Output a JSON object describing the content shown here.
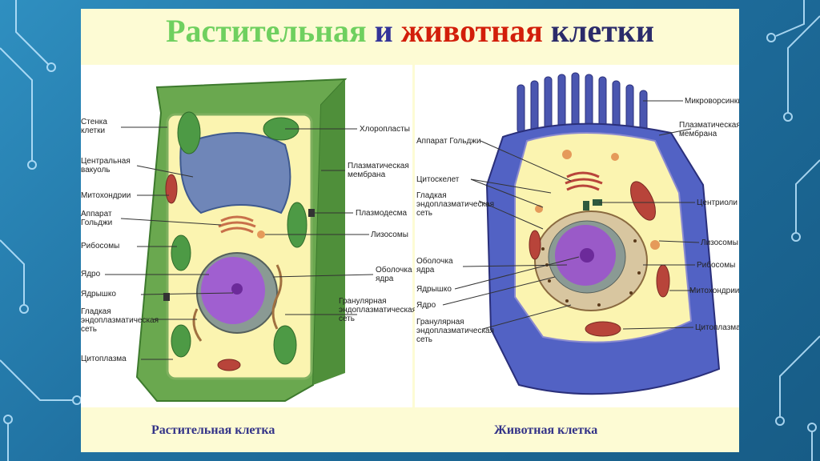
{
  "title": {
    "word1": "Растительная",
    "word2": "и",
    "word3": "животная",
    "word4": "клетки"
  },
  "plant": {
    "caption": "Растительная клетка",
    "labels_left": [
      "Стенка\nклетки",
      "Центральная\nвакуоль",
      "Митохондрии",
      "Аппарат\nГольджи",
      "Рибосомы",
      "Ядро",
      "Ядрышко",
      "Гладкая\nэндоплазматическая\nсеть",
      "Цитоплазма"
    ],
    "labels_right": [
      "Хлоропласты",
      "Плазматическая\nмембрана",
      "Плазмодесма",
      "Лизосомы",
      "Оболочка\nядра",
      "Гранулярная\nэндоплазматическая\nсеть"
    ]
  },
  "animal": {
    "caption": "Животная клетка",
    "labels_left": [
      "Аппарат Гольджи",
      "Цитоскелет",
      "Гладкая\nэндоплазматическая\nсеть",
      "Оболочка\nядра",
      "Ядрышко",
      "Ядро",
      "Гранулярная\nэндоплазматическая\nсеть"
    ],
    "labels_right": [
      "Микроворсинки",
      "Плазматическая\nмембрана",
      "Центриоли",
      "Лизосомы",
      "Рибосомы",
      "Митохондрии",
      "Цитоплазма"
    ]
  },
  "colors": {
    "background": "#2a84b6",
    "slide": "#fdfbd4",
    "plant_title": "#6fd05f",
    "animal_title": "#d21e0a",
    "caption": "#333388"
  }
}
